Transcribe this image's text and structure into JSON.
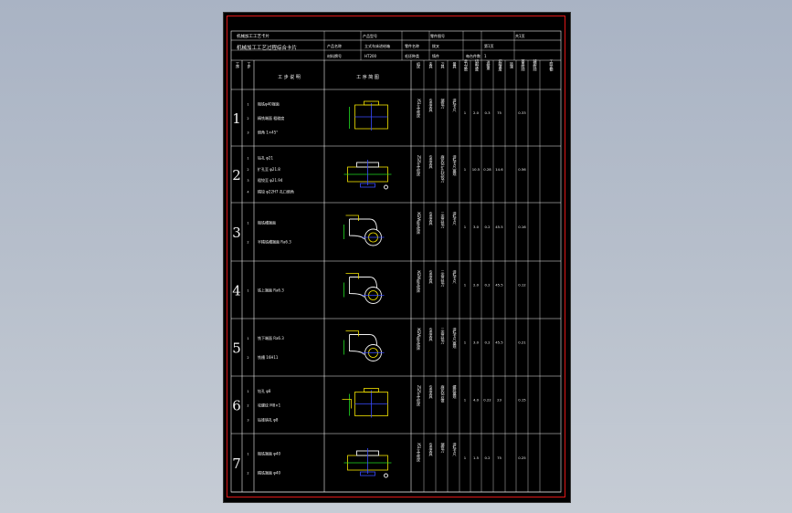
{
  "header": {
    "r1": [
      "机械加工工艺卡片",
      "产品型号",
      "",
      "零件图号",
      "",
      "",
      "共1页"
    ],
    "title": "机械加工工艺过程综合卡片",
    "r2": [
      "产品名称",
      "立式车床进给箱",
      "零件名称",
      "拨叉",
      "",
      "第1页"
    ],
    "r3": [
      "材料牌号",
      "HT200",
      "毛坯种类",
      "铸件",
      "每台件数",
      "1"
    ]
  },
  "columns": [
    "工序",
    "工步",
    "工 步 说 明",
    "工 序 简 图",
    "机床",
    "夹具",
    "刀具",
    "量具",
    "走刀次数",
    "切削深度",
    "进给量",
    "切削速度",
    "转速",
    "基本时间",
    "辅助时间",
    "工时定额"
  ],
  "operations": [
    {
      "num": "1",
      "steps": [
        "粗铣φ40端面",
        "精铣端面 粗糙度",
        "倒角 1×45°"
      ],
      "machine": "X51立式铣床",
      "fixture": "专用夹具",
      "tool": "端铣刀",
      "gauge": "游标卡尺",
      "params": [
        "1",
        "2.0",
        "0.3",
        "75",
        "0.33"
      ]
    },
    {
      "num": "2",
      "steps": [
        "钻孔 φ21",
        "扩孔至 φ21.8",
        "粗铰至 φ21.94",
        "精铰 φ22H7 孔口倒角"
      ],
      "machine": "Z535立式钻床",
      "fixture": "专用夹具",
      "tool": "麻花钻 扩孔钻 铰刀",
      "gauge": "游标卡尺 塞规",
      "params": [
        "1",
        "10.5",
        "0.28",
        "14.6",
        "0.56"
      ]
    },
    {
      "num": "3",
      "steps": [
        "粗铣槽端面",
        "半精铣槽端面 Ra6.3"
      ],
      "machine": "X62W卧式铣床",
      "fixture": "专用夹具",
      "tool": "三面刃铣刀",
      "gauge": "游标卡尺",
      "params": [
        "1",
        "3.0",
        "0.2",
        "45.5",
        "0.16"
      ]
    },
    {
      "num": "4",
      "steps": [
        "铣上端面 Ra6.3"
      ],
      "machine": "X62W卧式铣床",
      "fixture": "专用夹具",
      "tool": "三面刃铣刀",
      "gauge": "游标卡尺",
      "params": [
        "1",
        "2.0",
        "0.2",
        "45.5",
        "0.12"
      ]
    },
    {
      "num": "5",
      "steps": [
        "铣下端面 Ra6.3",
        "铣槽 16H11"
      ],
      "machine": "X62W卧式铣床",
      "fixture": "专用夹具",
      "tool": "三面刃铣刀",
      "gauge": "游标卡尺 塞规",
      "params": [
        "1",
        "3.0",
        "0.2",
        "45.5",
        "0.21"
      ]
    },
    {
      "num": "6",
      "steps": [
        "钻孔 φ8",
        "攻螺纹 M8×1",
        "钻锥销孔 φ8"
      ],
      "machine": "Z525立式钻床",
      "fixture": "专用夹具",
      "tool": "麻花钻 丝锥",
      "gauge": "螺纹塞规",
      "params": [
        "1",
        "4.0",
        "0.22",
        "23",
        "0.15"
      ]
    },
    {
      "num": "7",
      "steps": [
        "粗铣端面 φ40",
        "精铣端面 φ40"
      ],
      "machine": "X51立式铣床",
      "fixture": "专用夹具",
      "tool": "端铣刀",
      "gauge": "游标卡尺",
      "params": [
        "1",
        "1.5",
        "0.2",
        "75",
        "0.25"
      ]
    }
  ],
  "colors": {
    "frame": "#e01818",
    "line": "#f2f2f2",
    "part": "#f4e400",
    "axis": "#3a4cff",
    "datum": "#22dd22"
  }
}
